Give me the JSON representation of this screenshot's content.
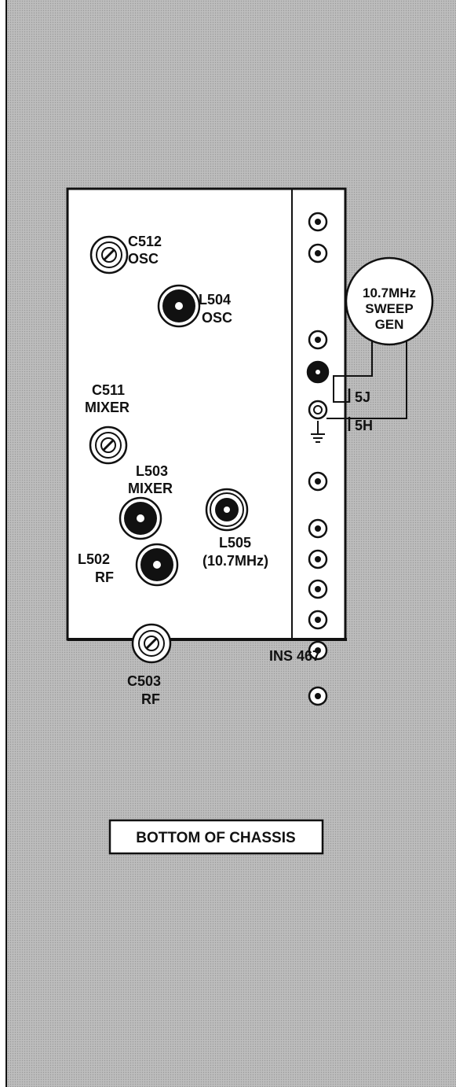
{
  "colors": {
    "background": "#b9b9b9",
    "panel": "#ffffff",
    "ink": "#111111"
  },
  "components": {
    "c512": {
      "line1": "C512",
      "line2": "OSC"
    },
    "l504": {
      "line1": "L504",
      "line2": "OSC"
    },
    "c511": {
      "line1": "C511",
      "line2": "MIXER"
    },
    "l503": {
      "line1": "L503",
      "line2": "MIXER"
    },
    "l505": {
      "line1": "L505",
      "line2": "(10.7MHz)"
    },
    "l502": {
      "line1": "L502",
      "line2": "RF"
    },
    "c503": {
      "line1": "C503",
      "line2": "RF"
    }
  },
  "sweep_gen": {
    "line1": "10.7MHz",
    "line2": "SWEEP",
    "line3": "GEN"
  },
  "test_points": {
    "point_5j": "5J",
    "point_5h": "5H"
  },
  "figure_id": "INS 467",
  "caption": "BOTTOM OF CHASSIS"
}
